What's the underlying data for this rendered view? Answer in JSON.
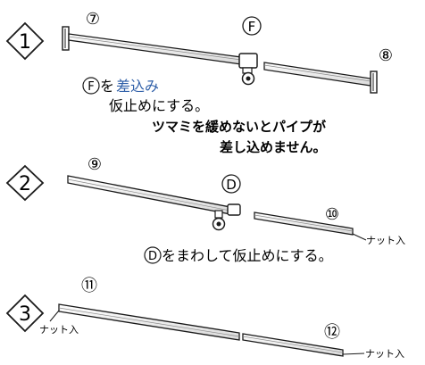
{
  "steps": [
    {
      "number": "1",
      "parts": {
        "left": "⑦",
        "joint": "F",
        "right": "⑧"
      },
      "note_line1_part": "F",
      "note_line1_mid": "を",
      "note_line1_blue": "差込み",
      "note_line2": "仮止めにする。",
      "warning_line1": "ツマミを緩めないとパイプが",
      "warning_line2": "差し込めません。"
    },
    {
      "number": "2",
      "parts": {
        "left": "⑨",
        "joint": "D",
        "right": "⑩"
      },
      "nut_label": "ナット入",
      "note_part": "D",
      "note_text": "をまわして仮止めにする。"
    },
    {
      "number": "3",
      "parts": {
        "left": "⑪",
        "right": "⑫"
      },
      "nut_label_left": "ナット入",
      "nut_label_right": "ナット入"
    }
  ],
  "colors": {
    "ink": "#1a1a1a",
    "blue": "#2f5fa8"
  }
}
